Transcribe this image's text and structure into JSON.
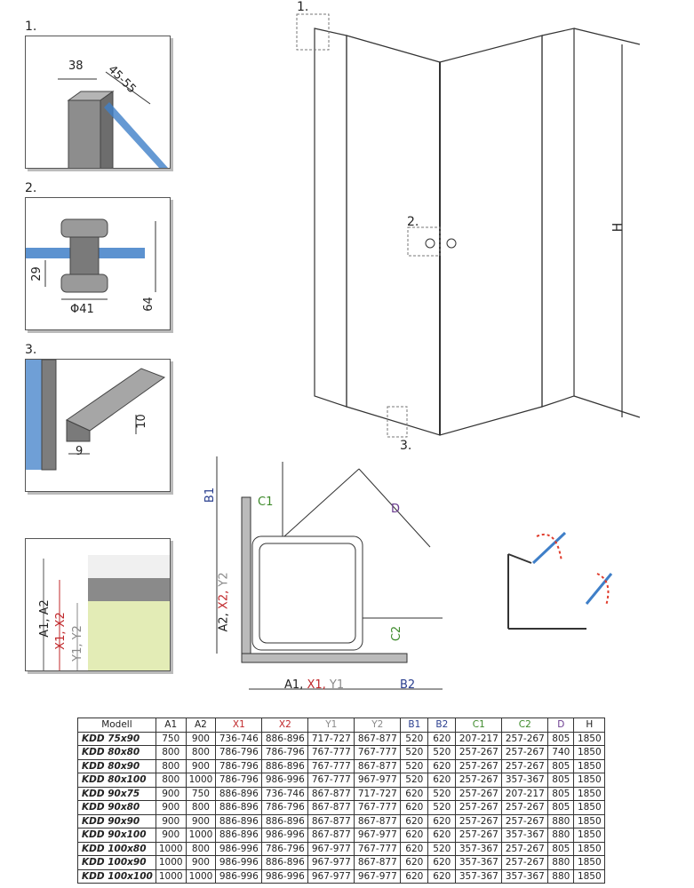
{
  "callouts": {
    "one": "1.",
    "two": "2.",
    "three": "3."
  },
  "detail1": {
    "dim_width": "38",
    "dim_range": "45-55"
  },
  "detail2": {
    "dim_height_small": "29",
    "dim_diameter": "Φ41",
    "dim_height_large": "64"
  },
  "detail3": {
    "dim_height": "10",
    "dim_width": "9"
  },
  "detail4": {
    "label_a": "A1, A2",
    "label_x": "X1, X2",
    "label_y": "Y1, Y2"
  },
  "front_view": {
    "height_label": "H",
    "callout_two": "2.",
    "callout_three": "3.",
    "callout_one": "1."
  },
  "plan": {
    "b1": "B1",
    "c1": "C1",
    "d": "D",
    "c2": "C2",
    "side_a": "A2,",
    "side_x": "X2,",
    "side_y": "Y2",
    "bottom_a": "A1,",
    "bottom_x": "X1,",
    "bottom_y": "Y1",
    "b2": "B2"
  },
  "colors": {
    "red": "#c0282b",
    "grey": "#8a8a8a",
    "blue": "#2a3f8f",
    "green": "#3d8a2a",
    "purple": "#6a3b8f"
  },
  "table": {
    "headers": [
      "Modell",
      "A1",
      "A2",
      "X1",
      "X2",
      "Y1",
      "Y2",
      "B1",
      "B2",
      "C1",
      "C2",
      "D",
      "H"
    ],
    "rows": [
      [
        "KDD 75x90",
        "750",
        "900",
        "736-746",
        "886-896",
        "717-727",
        "867-877",
        "520",
        "620",
        "207-217",
        "257-267",
        "805",
        "1850"
      ],
      [
        "KDD 80x80",
        "800",
        "800",
        "786-796",
        "786-796",
        "767-777",
        "767-777",
        "520",
        "520",
        "257-267",
        "257-267",
        "740",
        "1850"
      ],
      [
        "KDD 80x90",
        "800",
        "900",
        "786-796",
        "886-896",
        "767-777",
        "867-877",
        "520",
        "620",
        "257-267",
        "257-267",
        "805",
        "1850"
      ],
      [
        "KDD 80x100",
        "800",
        "1000",
        "786-796",
        "986-996",
        "767-777",
        "967-977",
        "520",
        "620",
        "257-267",
        "357-367",
        "805",
        "1850"
      ],
      [
        "KDD 90x75",
        "900",
        "750",
        "886-896",
        "736-746",
        "867-877",
        "717-727",
        "620",
        "520",
        "257-267",
        "207-217",
        "805",
        "1850"
      ],
      [
        "KDD 90x80",
        "900",
        "800",
        "886-896",
        "786-796",
        "867-877",
        "767-777",
        "620",
        "520",
        "257-267",
        "257-267",
        "805",
        "1850"
      ],
      [
        "KDD 90x90",
        "900",
        "900",
        "886-896",
        "886-896",
        "867-877",
        "867-877",
        "620",
        "620",
        "257-267",
        "257-267",
        "880",
        "1850"
      ],
      [
        "KDD 90x100",
        "900",
        "1000",
        "886-896",
        "986-996",
        "867-877",
        "967-977",
        "620",
        "620",
        "257-267",
        "357-367",
        "880",
        "1850"
      ],
      [
        "KDD 100x80",
        "1000",
        "800",
        "986-996",
        "786-796",
        "967-977",
        "767-777",
        "620",
        "520",
        "357-367",
        "257-267",
        "805",
        "1850"
      ],
      [
        "KDD 100x90",
        "1000",
        "900",
        "986-996",
        "886-896",
        "967-977",
        "867-877",
        "620",
        "620",
        "357-367",
        "257-267",
        "880",
        "1850"
      ],
      [
        "KDD 100x100",
        "1000",
        "1000",
        "986-996",
        "986-996",
        "967-977",
        "967-977",
        "620",
        "620",
        "357-367",
        "357-367",
        "880",
        "1850"
      ]
    ]
  }
}
